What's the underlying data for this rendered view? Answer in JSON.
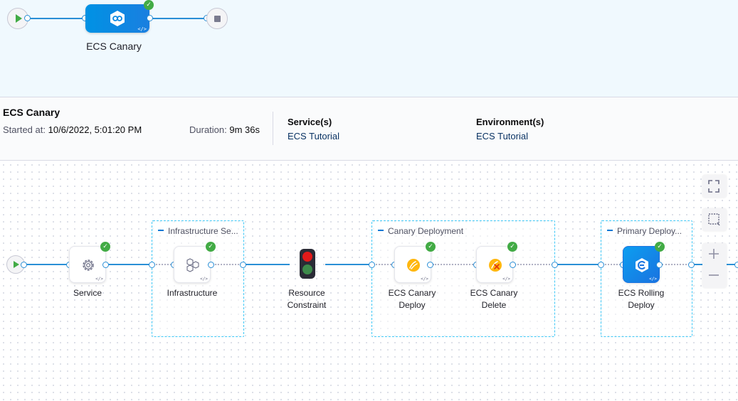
{
  "overview": {
    "stage_label": "ECS Canary",
    "stage_status": "success"
  },
  "execution": {
    "title": "ECS Canary",
    "started_label": "Started at:",
    "started_value": "10/6/2022, 5:01:20 PM",
    "duration_label": "Duration:",
    "duration_value": "9m 36s",
    "services_title": "Service(s)",
    "services_value": "ECS Tutorial",
    "environments_title": "Environment(s)",
    "environments_value": "ECS Tutorial"
  },
  "graph": {
    "steps": [
      {
        "label": "Service",
        "icon": "gear-icon",
        "status": "success"
      },
      {
        "label": "Infrastructure",
        "icon": "hexagons-icon",
        "status": "success"
      },
      {
        "label": "Resource Constraint",
        "icon": "traffic-light-icon",
        "status": "waiting"
      },
      {
        "label": "ECS Canary Deploy",
        "icon": "canary-deploy-icon",
        "status": "success"
      },
      {
        "label": "ECS Canary Delete",
        "icon": "canary-delete-icon",
        "status": "success"
      },
      {
        "label": "ECS Rolling Deploy",
        "icon": "rolling-deploy-icon",
        "status": "success"
      }
    ],
    "groups": [
      {
        "title": "Infrastructure Se..."
      },
      {
        "title": "Canary Deployment"
      },
      {
        "title": "Primary Deploy..."
      }
    ],
    "labels": {
      "service": "Service",
      "infrastructure": "Infrastructure",
      "resource_constraint_1": "Resource",
      "resource_constraint_2": "Constraint",
      "canary_deploy_1": "ECS Canary",
      "canary_deploy_2": "Deploy",
      "canary_delete_1": "ECS Canary",
      "canary_delete_2": "Delete",
      "rolling_deploy_1": "ECS Rolling",
      "rolling_deploy_2": "Deploy"
    }
  },
  "controls": {
    "fit_icon": "fit-to-screen-icon",
    "select_icon": "selection-icon",
    "zoom_in_icon": "plus-icon",
    "zoom_out_icon": "minus-icon"
  },
  "colors": {
    "accent": "#2a8fd6",
    "success": "#42ab45",
    "group_border": "#3dc7f6",
    "link_text": "#0a3364"
  }
}
